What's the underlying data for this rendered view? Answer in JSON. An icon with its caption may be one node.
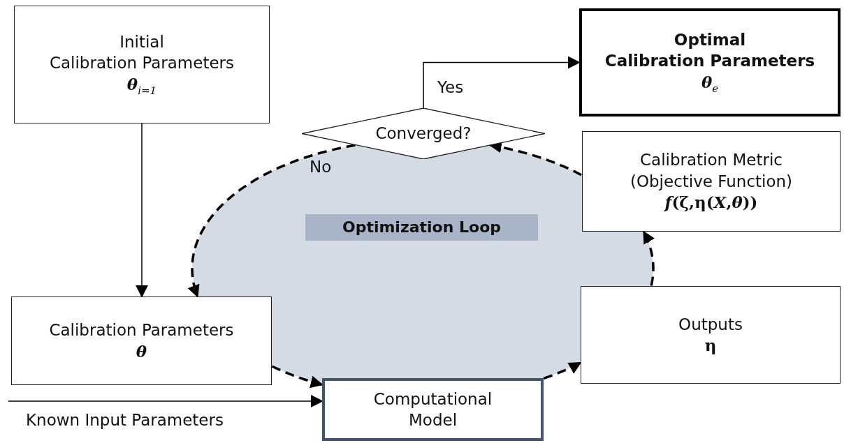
{
  "diagram": {
    "nodes": [
      {
        "text": [
          "Initial",
          "Calibration Parameters",
          "*θ*$_{i=1}$"
        ]
      },
      {
        "text": [
          "Optimal",
          "Calibration Parameters",
          "*θ*$_{e}$"
        ]
      },
      {
        "text": [
          "Converged?"
        ]
      },
      {
        "text": [
          "Calibration Metric",
          "(Objective Function)",
          "*f*(ζ,η(*X*,*θ*))"
        ]
      },
      {
        "text": [
          "Optimization Loop"
        ]
      },
      {
        "text": [
          "Calibration Parameters",
          "θ"
        ]
      },
      {
        "text": [
          "Computational Model"
        ]
      },
      {
        "text": [
          "Outputs",
          "η"
        ]
      }
    ],
    "edges": [
      {
        "from": 0,
        "to": 5,
        "arrow": "to"
      },
      {
        "from": 2,
        "to": 1,
        "arrow": "to",
        "label": "Yes"
      },
      {
        "from": 2,
        "to": 5,
        "arrow": "to",
        "label": "No",
        "style": "dashed"
      },
      {
        "from": 5,
        "to": 6,
        "arrow": "to",
        "style": "dashed"
      },
      {
        "from": 6,
        "to": 7,
        "arrow": "to",
        "style": "dashed"
      },
      {
        "from": 7,
        "to": 3,
        "arrow": "to",
        "style": "dashed"
      },
      {
        "from": 3,
        "to": 2,
        "arrow": "to",
        "style": "dashed"
      },
      {
        "from": null,
        "to": 6,
        "arrow": "to",
        "label": "Known Input Parameters"
      }
    ]
  }
}
